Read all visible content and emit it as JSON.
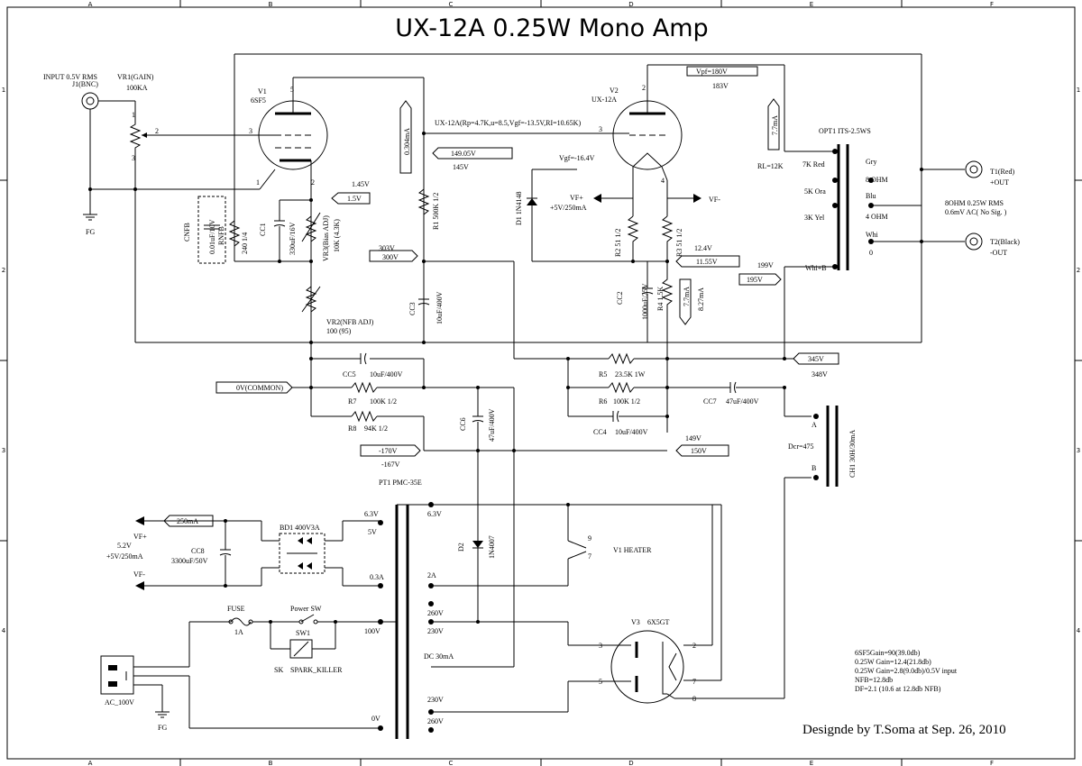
{
  "title": "UX-12A 0.25W Mono Amp",
  "credit": "Designde by T.Soma at Sep. 26, 2010",
  "border": {
    "columns": [
      "A",
      "B",
      "C",
      "D",
      "E",
      "F"
    ],
    "rows": [
      "1",
      "2",
      "3",
      "4"
    ]
  },
  "input": {
    "heading": "INPUT 0.5V RMS",
    "jack": "J1(BNC)",
    "fg": "FG",
    "vr1_name": "VR1(GAIN)",
    "vr1_value": "100KA",
    "pin2": "2",
    "pin3": "3",
    "pin1": "1"
  },
  "v1": {
    "name": "V1",
    "type": "6SF5",
    "pin5": "5",
    "pin3": "3",
    "pin2": "2",
    "pin1": "1"
  },
  "v2": {
    "name": "V2",
    "type": "UX-12A",
    "pin2": "2",
    "pin3": "3",
    "pin4": "4",
    "params": "UX-12A(Rp=4.7K,u=8.5,Vgf=-13.5V,RI=10.65K)",
    "vpf": "Vpf=180V",
    "vpf_measured": "183V",
    "vgf": "Vgf=-16.4V",
    "current": "7.7mA",
    "rl": "RL=12K"
  },
  "stage1": {
    "cnfb": "CNFB",
    "cnfb_value": "0.01uF/10V",
    "rnfb": "RNFB",
    "rnfb_value": "240 1/4",
    "cc1": "CC1",
    "cc1_value": "330uF/16V",
    "vr3": "VR3(Bias ADJ)",
    "vr3_value": "10K (4.3K)",
    "vr2": "VR2(NFB ADJ)",
    "vr2_value": "100 (95)",
    "cathode_v": "1.45V",
    "cathode_set": "1.5V",
    "plate_current": "0.304mA",
    "grid_v_set": "149.05V",
    "grid_v": "145V",
    "r1": "R1 500K 1/2",
    "cc3": "CC3",
    "cc3_value": "10uF/400V",
    "b_meas": "303V",
    "b_set": "300V"
  },
  "filament": {
    "vf_plus": "VF+",
    "vf_plus_value": "+5V/250mA",
    "vf_minus": "VF-",
    "d1": "D1 1N4148",
    "r2": "R2 51 1/2",
    "r3": "R3 51 1/2",
    "cc2": "CC2",
    "cc2_value": "1000uF/25V",
    "r4": "R4 1.5K",
    "r4_current": "8.27mA",
    "bias_meas": "12.4V",
    "bias_set": "11.55V"
  },
  "opt": {
    "name": "OPT1 ITS-2.5WS",
    "taps_left": [
      "7K Red",
      "5K Ora",
      "3K Yel",
      "Whi+B"
    ],
    "taps_right": [
      "Gry",
      "8 OHM",
      "Blu",
      "4 OHM",
      "Whi",
      "0"
    ],
    "b_meas": "199V",
    "b_set": "195V",
    "t1": "T1(Red)",
    "t1_out": "+OUT",
    "t2": "T2(Black)",
    "t2_out": "-OUT",
    "spec": "8OHM 0.25W RMS",
    "noise": "0.6mV AC( No Sig. )"
  },
  "psu": {
    "cc5": "CC5",
    "cc5_value": "10uF/400V",
    "common": "0V(COMMON)",
    "r7": "R7",
    "r7_value": "100K 1/2",
    "r8": "R8",
    "r8_value": "94K 1/2",
    "r5": "R5",
    "r5_value": "23.5K 1W",
    "r6": "R6",
    "r6_value": "100K 1/2",
    "cc4": "CC4",
    "cc4_value": "10uF/400V",
    "cc6": "CC6",
    "cc6_value": "47uF/400V",
    "cc7": "CC7",
    "cc7_value": "47uF/400V",
    "b345_set": "345V",
    "b345_meas": "348V",
    "b150_meas": "149V",
    "b150_set": "150V",
    "neg_set": "-170V",
    "neg_meas": "-167V",
    "ch_name": "CH1 30H/30mA",
    "ch_dcr": "Dcr=475",
    "ch_a": "A",
    "ch_b": "B"
  },
  "pt": {
    "name": "PT1 PMC-35E",
    "f_current": "250mA",
    "vf_plus": "VF+",
    "vf_value": "5.2V",
    "vf_spec": "+5V/250mA",
    "vf_minus": "VF-",
    "bd1": "BD1 400V3A",
    "cc8": "CC8",
    "cc8_value": "3300uF/50V",
    "taps_left": [
      "6.3V",
      "5V",
      "0.3A",
      "100V",
      "0V"
    ],
    "taps_right": [
      "6.3V",
      "2A",
      "260V",
      "230V",
      "DC 30mA",
      "230V",
      "260V"
    ],
    "d2": "D2",
    "d2_type": "1N4007",
    "heater": "V1 HEATER",
    "heater_pin9": "9",
    "heater_pin7": "7",
    "fuse": "FUSE",
    "fuse_value": "1A",
    "power_sw": "Power SW",
    "sw1": "SW1",
    "sk": "SK",
    "spark_killer": "SPARK_KILLER",
    "ac": "AC_100V",
    "fg": "FG"
  },
  "v3": {
    "name": "V3",
    "type": "6X5GT",
    "pin3": "3",
    "pin5": "5",
    "pin2": "2",
    "pin7": "7",
    "pin8": "8"
  },
  "specs": [
    "6SF5Gain=90(39.0db)",
    "0.25W Gain=12.4(21.8db)",
    "0.25W Gain=2.8(9.0db)/0.5V input",
    "NFB=12.8db",
    "DF=2.1 (10.6 at 12.8db NFB)"
  ]
}
